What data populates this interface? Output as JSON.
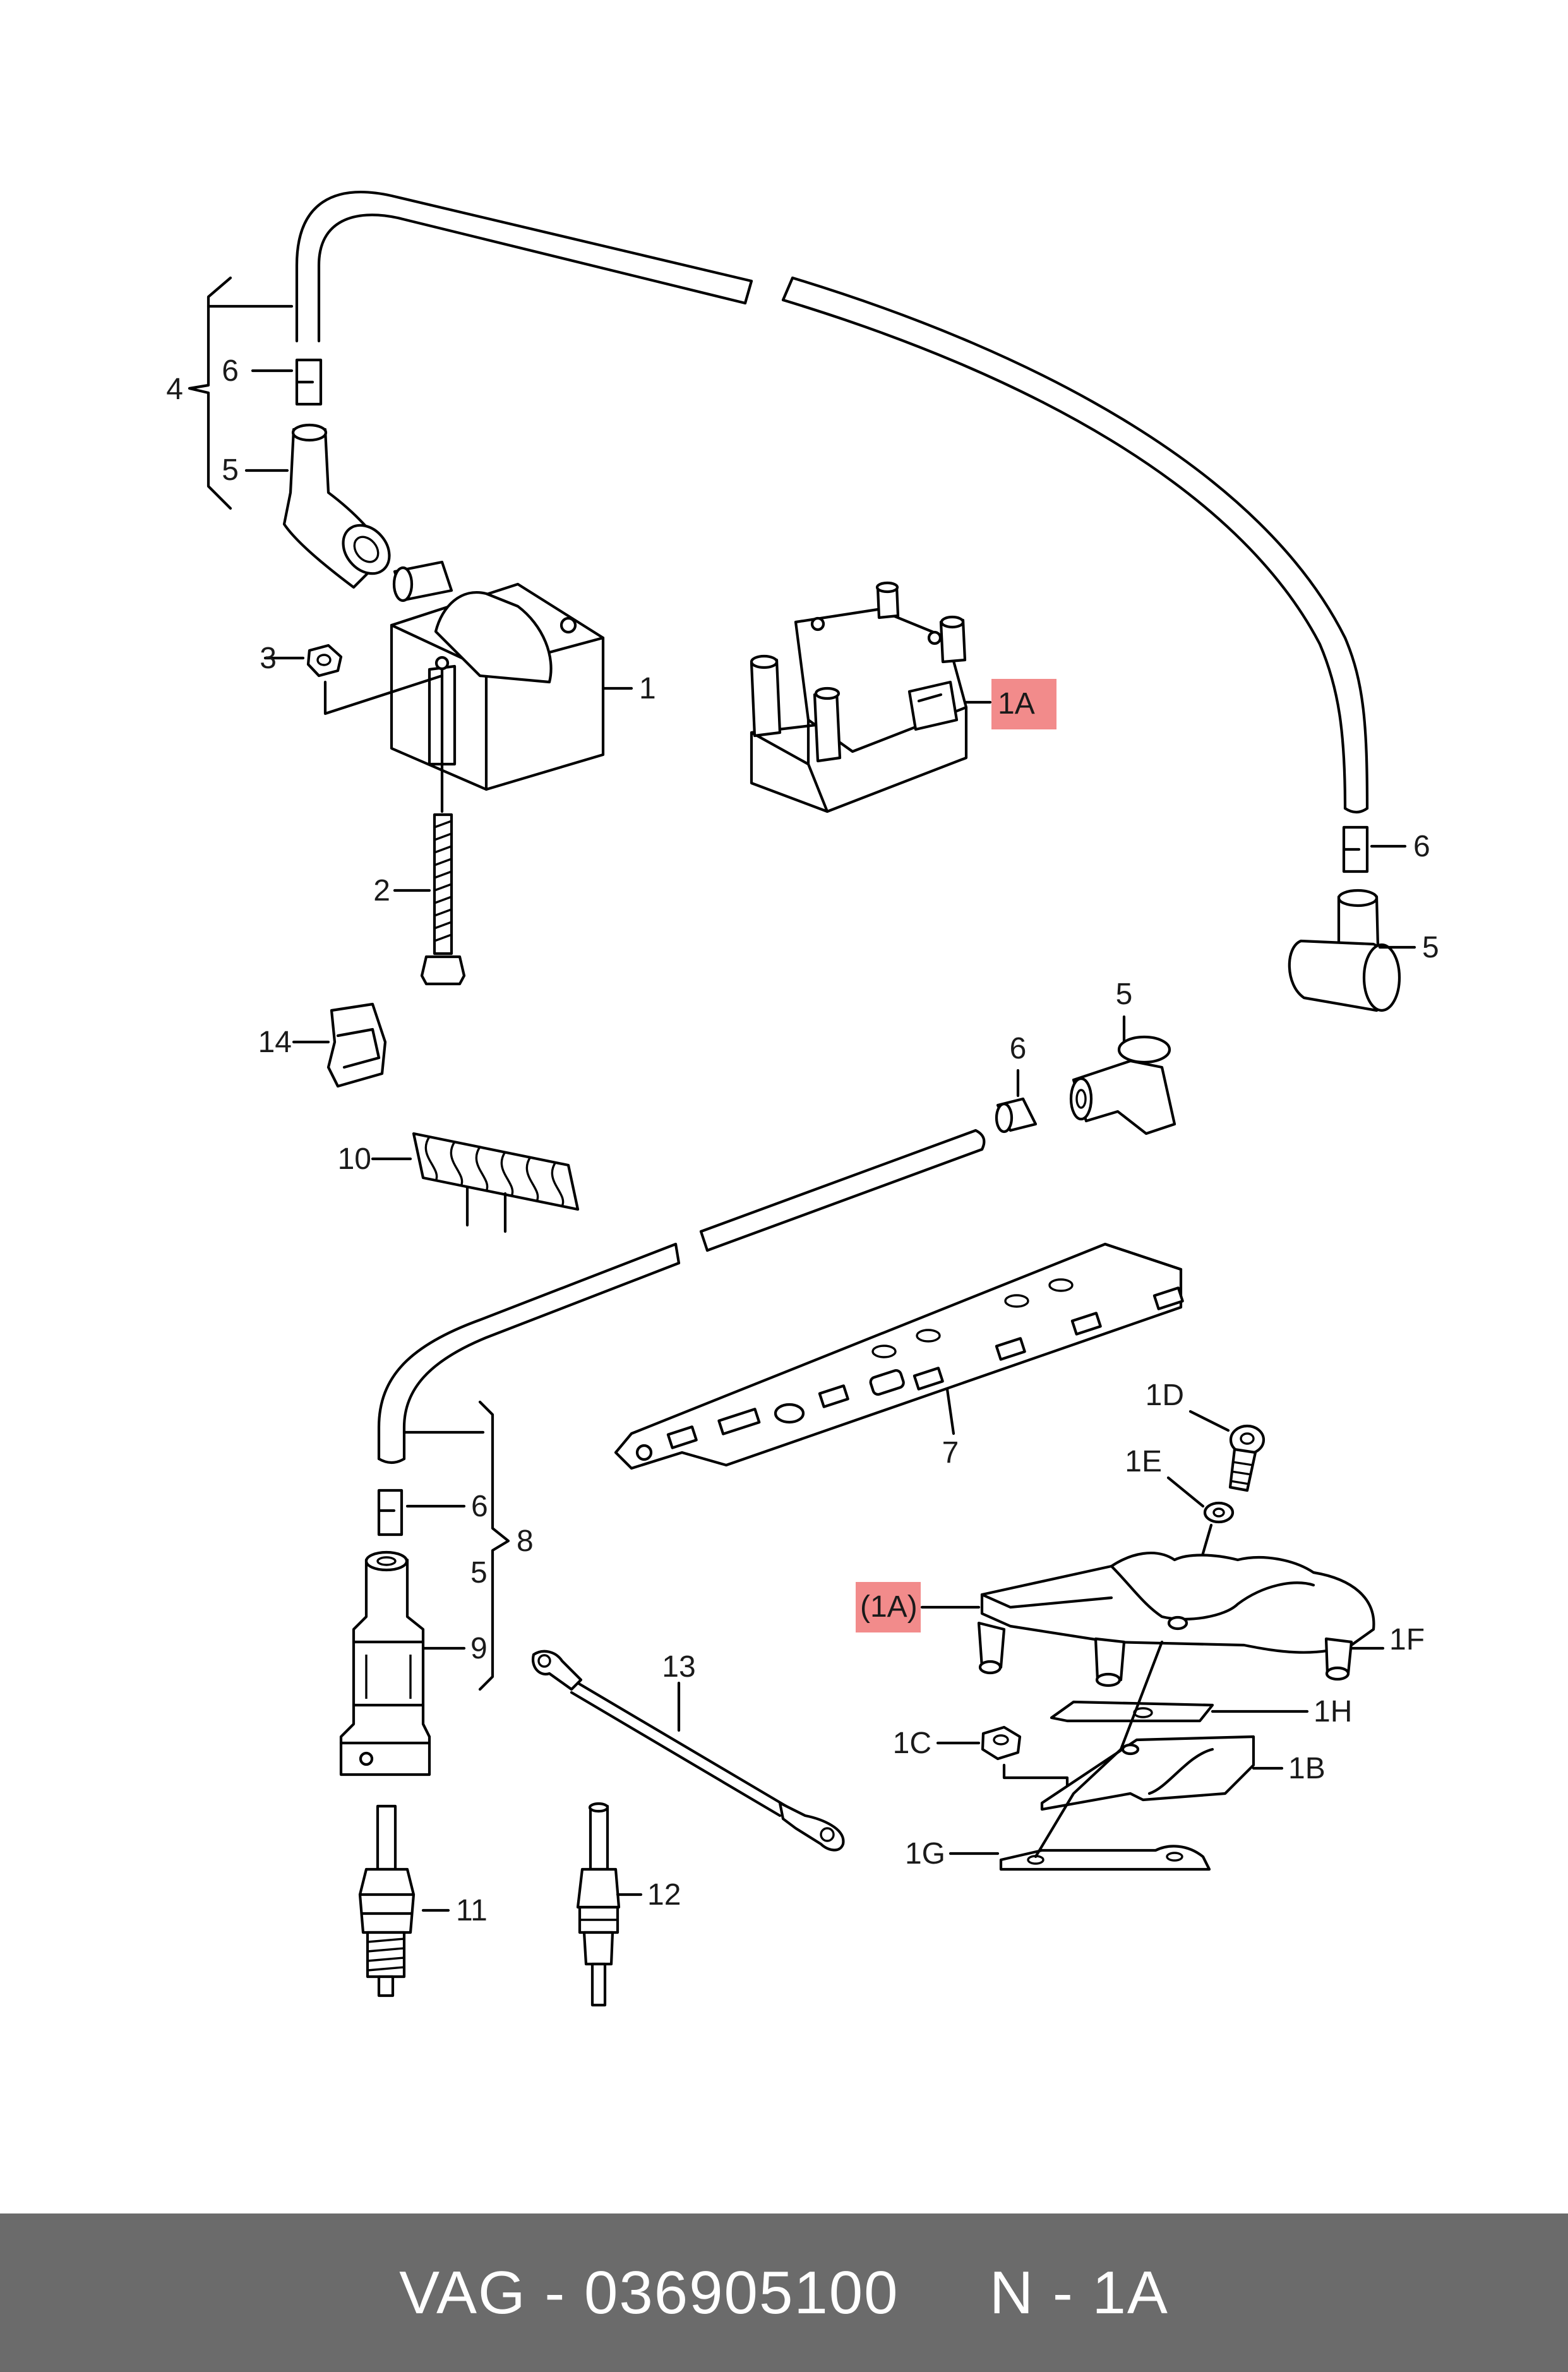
{
  "callouts": {
    "l1": "1",
    "l1A": "1A",
    "l1A_paren": "(1A)",
    "l1B": "1B",
    "l1C": "1C",
    "l1D": "1D",
    "l1E": "1E",
    "l1F": "1F",
    "l1G": "1G",
    "l1H": "1H",
    "l2": "2",
    "l3": "3",
    "l4": "4",
    "l5": "5",
    "l6": "6",
    "l7": "7",
    "l8": "8",
    "l9": "9",
    "l10": "10",
    "l11": "11",
    "l12": "12",
    "l13": "13",
    "l14": "14"
  },
  "colors": {
    "highlight": "#f28b8b",
    "footer_bg": "#6b6b6b",
    "footer_text": "#ffffff"
  },
  "footer": {
    "text": "VAG - 036905100     N - 1A"
  }
}
